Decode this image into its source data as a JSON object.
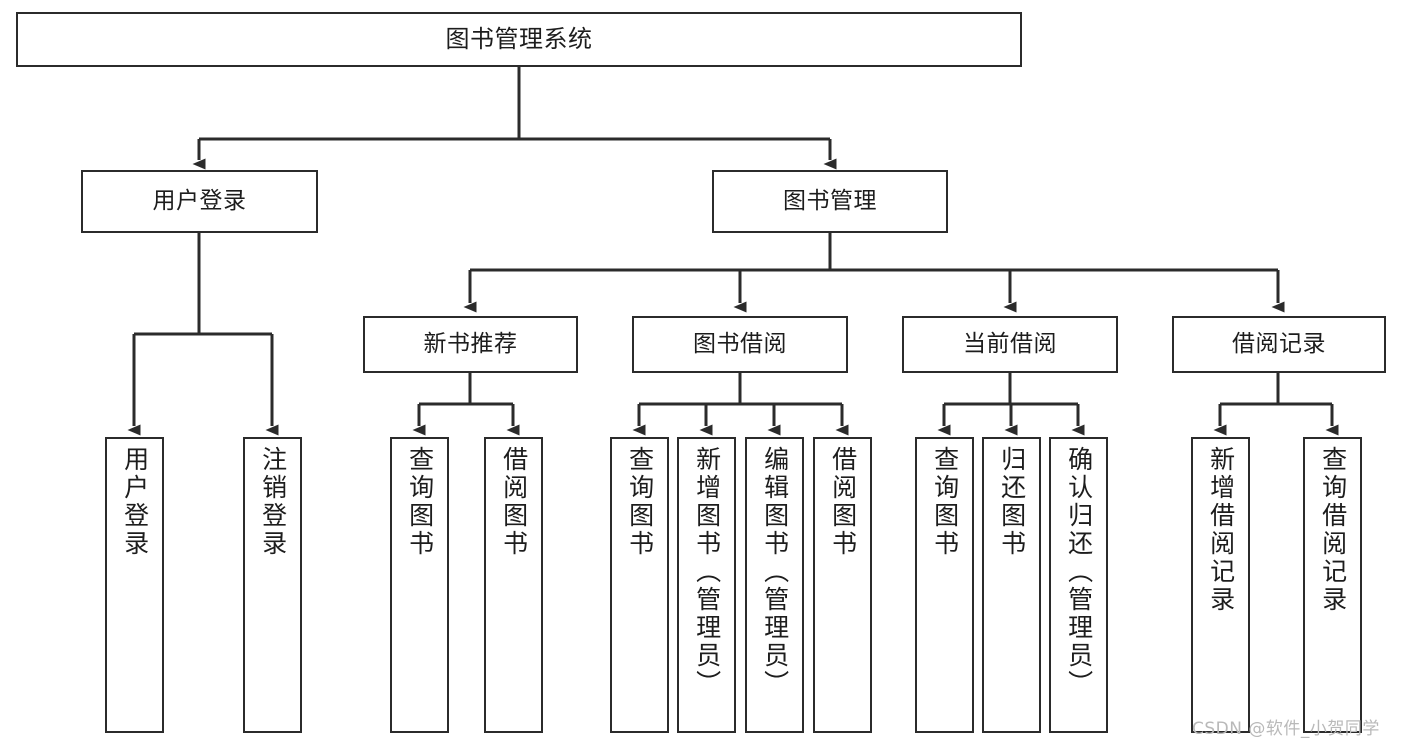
{
  "diagram": {
    "type": "tree-hierarchy-chart",
    "title": "图书管理系统",
    "line_color": "#2b2b2b",
    "box_fill": "#ffffff",
    "text_color": "#1d1d1d",
    "watermark": "CSDN @软件_小贺同学",
    "watermark_color": "#b9b9b9"
  },
  "nodes": {
    "root": {
      "label": "图书管理系统"
    },
    "level1": [
      {
        "label": "用户登录"
      },
      {
        "label": "图书管理"
      }
    ],
    "level2": [
      {
        "label": "新书推荐"
      },
      {
        "label": "图书借阅"
      },
      {
        "label": "当前借阅"
      },
      {
        "label": "借阅记录"
      }
    ],
    "leaves_user_login": [
      {
        "label": "用户登录"
      },
      {
        "label": "注销登录"
      }
    ],
    "leaves_new_book": [
      {
        "label": "查询图书"
      },
      {
        "label": "借阅图书"
      }
    ],
    "leaves_borrow": [
      {
        "label": "查询图书"
      },
      {
        "label": "新增图书（管理员）"
      },
      {
        "label": "编辑图书（管理员）"
      },
      {
        "label": "借阅图书"
      }
    ],
    "leaves_current": [
      {
        "label": "查询图书"
      },
      {
        "label": "归还图书"
      },
      {
        "label": "确认归还（管理员）"
      }
    ],
    "leaves_records": [
      {
        "label": "新增借阅记录"
      },
      {
        "label": "查询借阅记录"
      }
    ]
  }
}
